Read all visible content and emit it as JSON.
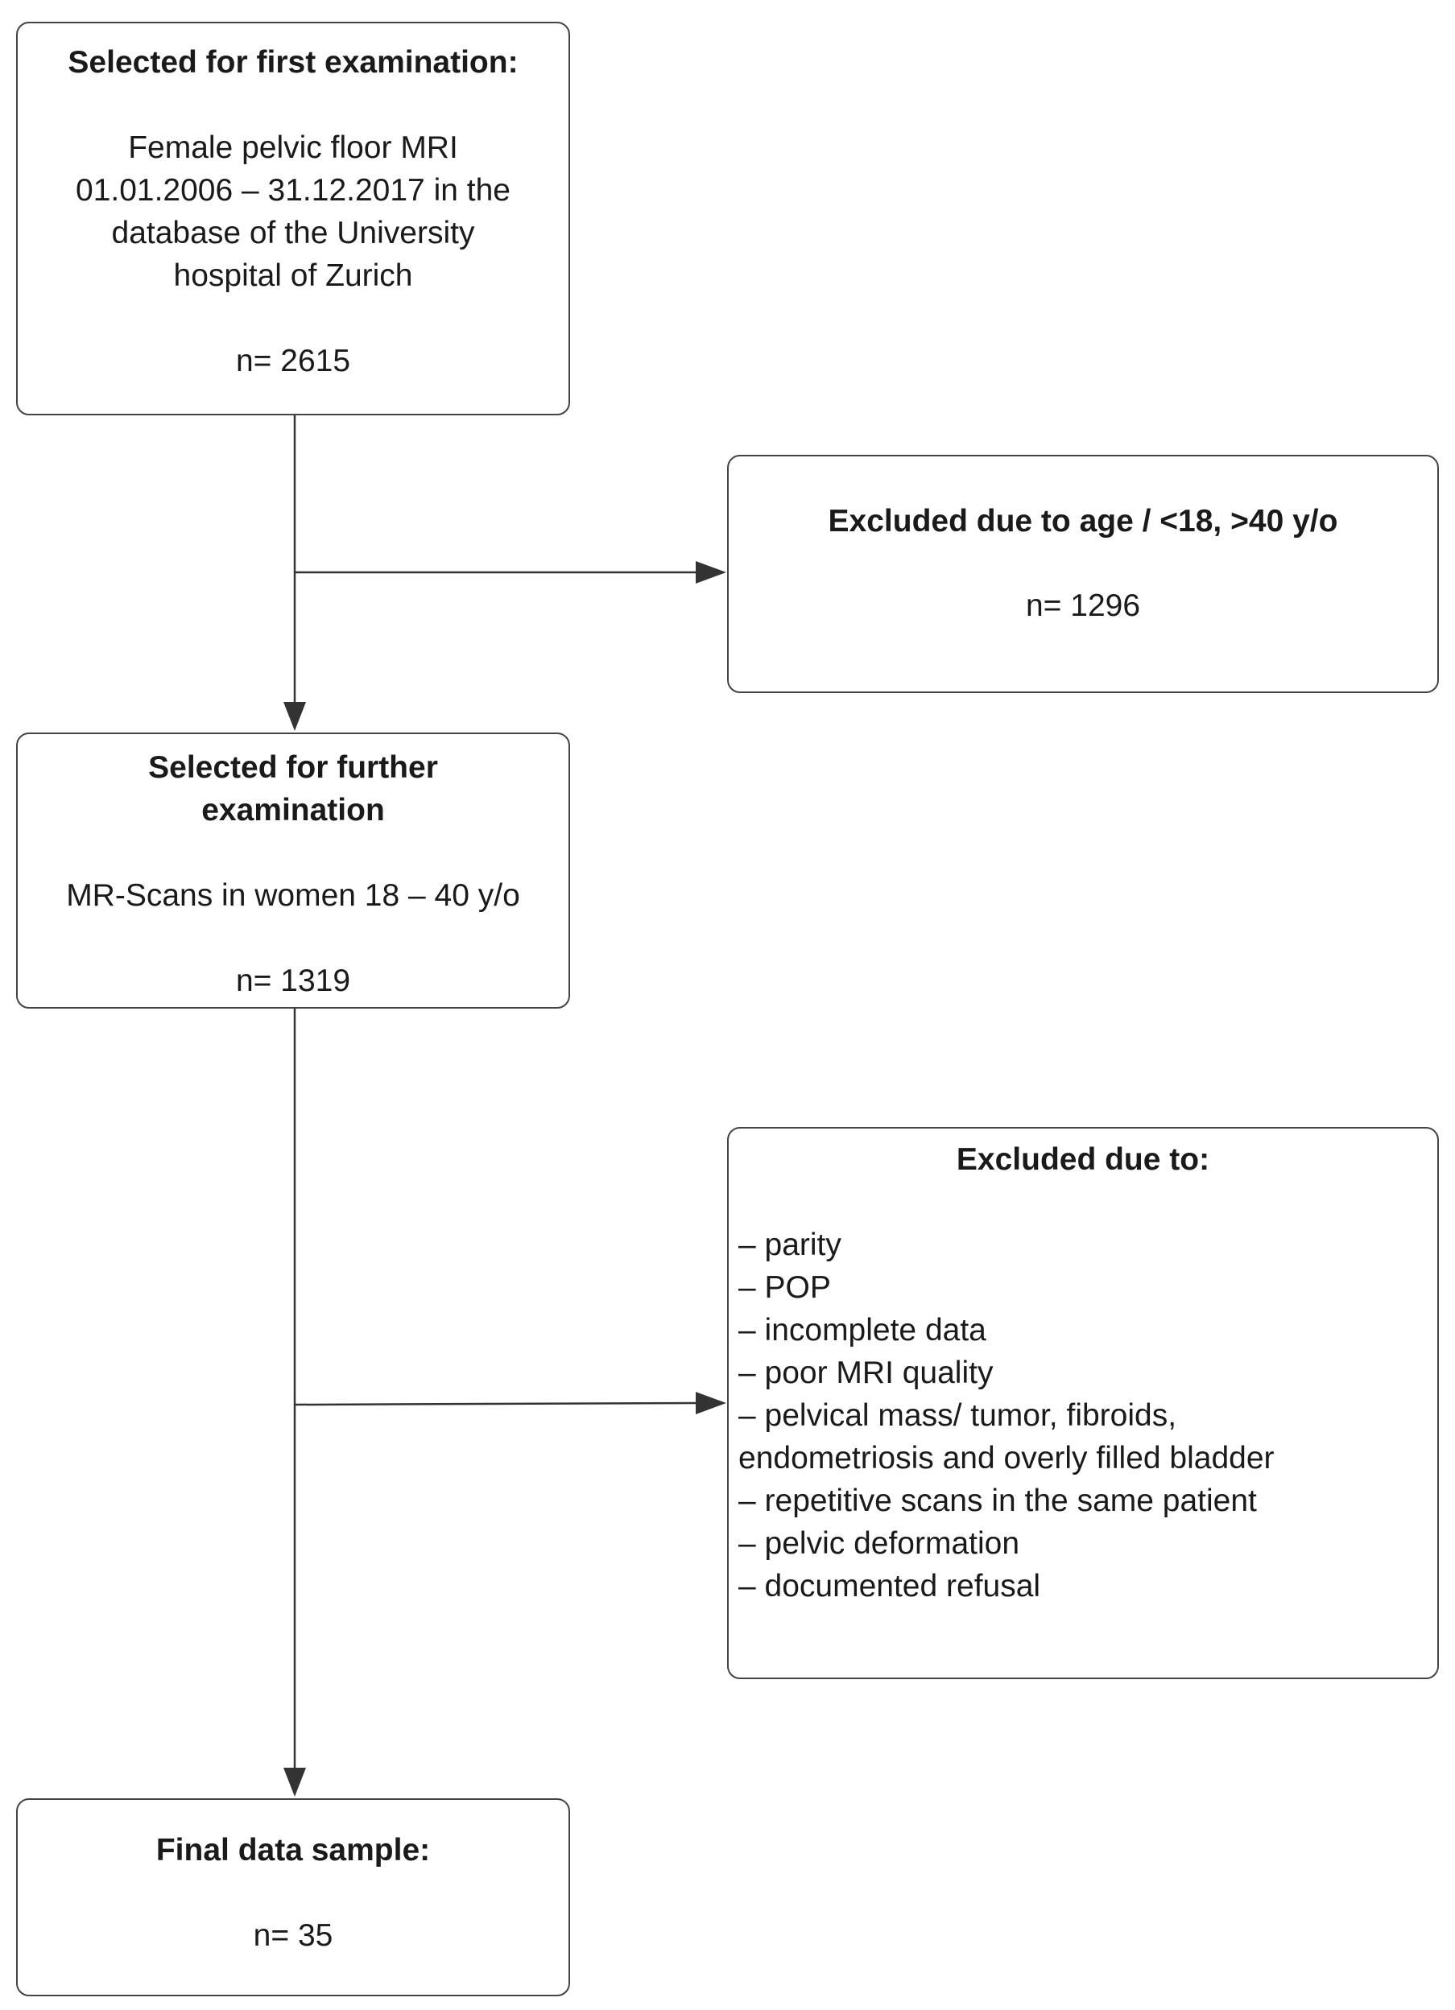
{
  "boxes": {
    "first": {
      "title": "Selected for first examination:",
      "lines": [
        "Female pelvic floor MRI",
        "01.01.2006 – 31.12.2017 in the",
        "database of the University",
        "hospital of Zurich"
      ],
      "count": "n= 2615"
    },
    "excluded_age": {
      "title": "Excluded due to age / <18, >40 y/o",
      "count": "n= 1296"
    },
    "further": {
      "title_lines": [
        "Selected for further",
        "examination"
      ],
      "description": "MR-Scans in women 18 – 40 y/o",
      "count": "n= 1319"
    },
    "excluded_reasons": {
      "title": "Excluded due to:",
      "items": [
        "– parity",
        "– POP",
        "– incomplete data",
        "– poor MRI quality",
        "– pelvical mass/ tumor, fibroids,",
        "endometriosis and overly filled bladder",
        "– repetitive scans in the same patient",
        "– pelvic deformation",
        "– documented refusal"
      ]
    },
    "final": {
      "title": "Final data sample:",
      "count": "n= 35"
    }
  },
  "colors": {
    "border": "#444444",
    "connector": "#333333",
    "text": "#1a1a1a"
  }
}
